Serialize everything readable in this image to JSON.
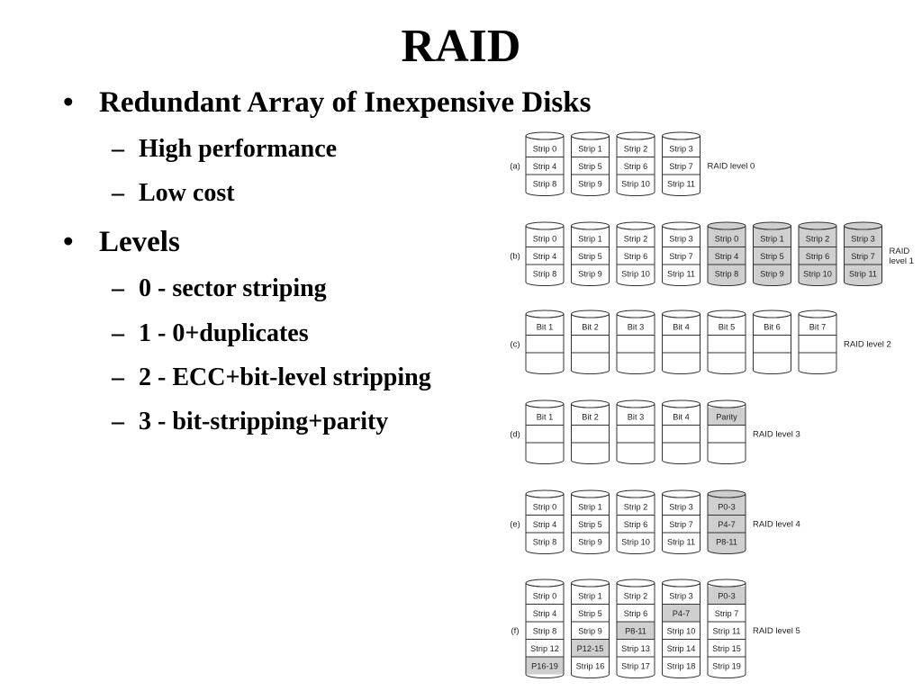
{
  "slide": {
    "title": "RAID",
    "bullets": [
      {
        "text": "Redundant Array of Inexpensive Disks",
        "sub": [
          "High performance",
          "Low cost"
        ]
      },
      {
        "text": "Levels",
        "sub": [
          "0 - sector striping",
          "1 - 0+duplicates",
          "2 - ECC+bit-level stripping",
          "3 - bit-stripping+parity"
        ]
      }
    ]
  },
  "bullet_glyph": "•",
  "sub_glyph": "–",
  "colors": {
    "background": "#ffffff",
    "disk_fill": "#ffffff",
    "mirror_fill": "#cfcfcf",
    "parity_fill": "#cfcfcf",
    "stroke": "#333333"
  },
  "diagram": {
    "rows": [
      {
        "tag": "(a)",
        "label": [
          "RAID level 0"
        ],
        "disks": [
          [
            "Strip 0",
            "Strip 4",
            "Strip 8"
          ],
          [
            "Strip 1",
            "Strip 5",
            "Strip 9"
          ],
          [
            "Strip 2",
            "Strip 6",
            "Strip 10"
          ],
          [
            "Strip 3",
            "Strip 7",
            "Strip 11"
          ]
        ],
        "shaded": []
      },
      {
        "tag": "(b)",
        "label": [
          "RAID",
          "level 1"
        ],
        "disks": [
          [
            "Strip 0",
            "Strip 4",
            "Strip 8"
          ],
          [
            "Strip 1",
            "Strip 5",
            "Strip 9"
          ],
          [
            "Strip 2",
            "Strip 6",
            "Strip 10"
          ],
          [
            "Strip 3",
            "Strip 7",
            "Strip 11"
          ],
          [
            "Strip 0",
            "Strip 4",
            "Strip 8"
          ],
          [
            "Strip 1",
            "Strip 5",
            "Strip 9"
          ],
          [
            "Strip 2",
            "Strip 6",
            "Strip 10"
          ],
          [
            "Strip 3",
            "Strip 7",
            "Strip 11"
          ]
        ],
        "shaded": [
          [
            4,
            0
          ],
          [
            4,
            1
          ],
          [
            4,
            2
          ],
          [
            5,
            0
          ],
          [
            5,
            1
          ],
          [
            5,
            2
          ],
          [
            6,
            0
          ],
          [
            6,
            1
          ],
          [
            6,
            2
          ],
          [
            7,
            0
          ],
          [
            7,
            1
          ],
          [
            7,
            2
          ]
        ]
      },
      {
        "tag": "(c)",
        "label": [
          "RAID level 2"
        ],
        "disks": [
          [
            "Bit 1",
            "",
            ""
          ],
          [
            "Bit 2",
            "",
            ""
          ],
          [
            "Bit 3",
            "",
            ""
          ],
          [
            "Bit 4",
            "",
            ""
          ],
          [
            "Bit 5",
            "",
            ""
          ],
          [
            "Bit 6",
            "",
            ""
          ],
          [
            "Bit 7",
            "",
            ""
          ]
        ],
        "shaded": []
      },
      {
        "tag": "(d)",
        "label": [
          "RAID level 3"
        ],
        "disks": [
          [
            "Bit 1",
            "",
            ""
          ],
          [
            "Bit 2",
            "",
            ""
          ],
          [
            "Bit 3",
            "",
            ""
          ],
          [
            "Bit 4",
            "",
            ""
          ],
          [
            "Parity",
            "",
            ""
          ]
        ],
        "shaded": [
          [
            4,
            0
          ]
        ]
      },
      {
        "tag": "(e)",
        "label": [
          "RAID level 4"
        ],
        "disks": [
          [
            "Strip 0",
            "Strip 4",
            "Strip 8"
          ],
          [
            "Strip 1",
            "Strip 5",
            "Strip 9"
          ],
          [
            "Strip 2",
            "Strip 6",
            "Strip 10"
          ],
          [
            "Strip 3",
            "Strip 7",
            "Strip 11"
          ],
          [
            "P0-3",
            "P4-7",
            "P8-11"
          ]
        ],
        "shaded": [
          [
            4,
            0
          ],
          [
            4,
            1
          ],
          [
            4,
            2
          ]
        ]
      },
      {
        "tag": "(f)",
        "label": [
          "RAID level 5"
        ],
        "disks": [
          [
            "Strip 0",
            "Strip 4",
            "Strip 8",
            "Strip 12",
            "P16-19"
          ],
          [
            "Strip 1",
            "Strip 5",
            "Strip 9",
            "P12-15",
            "Strip 16"
          ],
          [
            "Strip 2",
            "Strip 6",
            "P8-11",
            "Strip 13",
            "Strip 17"
          ],
          [
            "Strip 3",
            "P4-7",
            "Strip 10",
            "Strip 14",
            "Strip 18"
          ],
          [
            "P0-3",
            "Strip 7",
            "Strip 11",
            "Strip 15",
            "Strip 19"
          ]
        ],
        "shaded": [
          [
            4,
            0
          ],
          [
            3,
            1
          ],
          [
            2,
            2
          ],
          [
            1,
            3
          ],
          [
            0,
            4
          ]
        ]
      }
    ]
  }
}
